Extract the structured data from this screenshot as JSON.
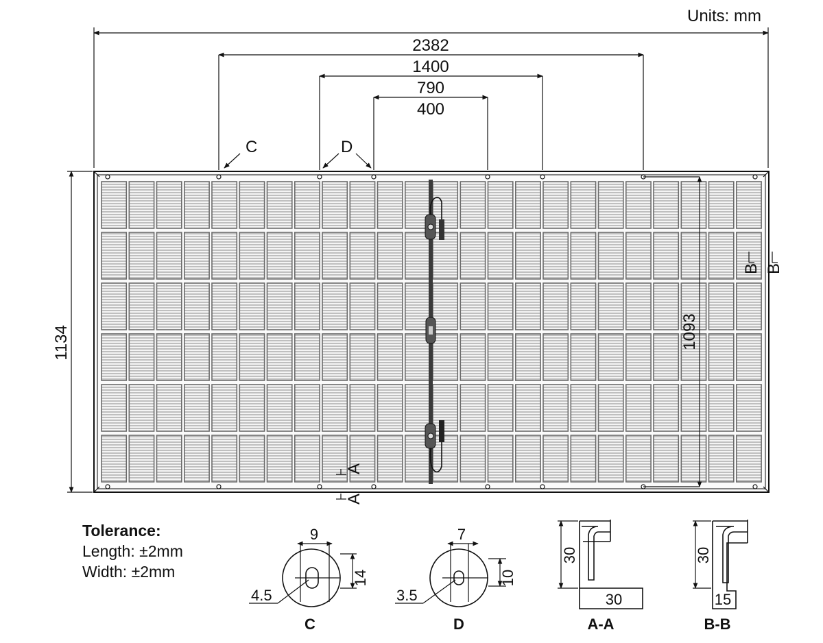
{
  "units_label": "Units: mm",
  "dimensions": {
    "overall_length": "2382",
    "mount_1400": "1400",
    "mount_790": "790",
    "mount_400": "400",
    "overall_width": "1134",
    "inner_1093": "1093"
  },
  "hole_callouts": {
    "c": "C",
    "d": "D"
  },
  "section_markers": {
    "a": "A",
    "b": "B"
  },
  "tolerance": {
    "title": "Tolerance:",
    "length": "Length: ±2mm",
    "width": "Width: ±2mm"
  },
  "details": {
    "c": {
      "label": "C",
      "top": "9",
      "side": "14",
      "hole": "4.5"
    },
    "d": {
      "label": "D",
      "top": "7",
      "side": "10",
      "hole": "3.5"
    },
    "aa": {
      "label": "A-A",
      "height": "30",
      "base": "30"
    },
    "bb": {
      "label": "B-B",
      "height": "30",
      "base": "15"
    }
  },
  "colors": {
    "line": "#111111",
    "grid": "#6b6b6b",
    "frame": "#333333"
  }
}
